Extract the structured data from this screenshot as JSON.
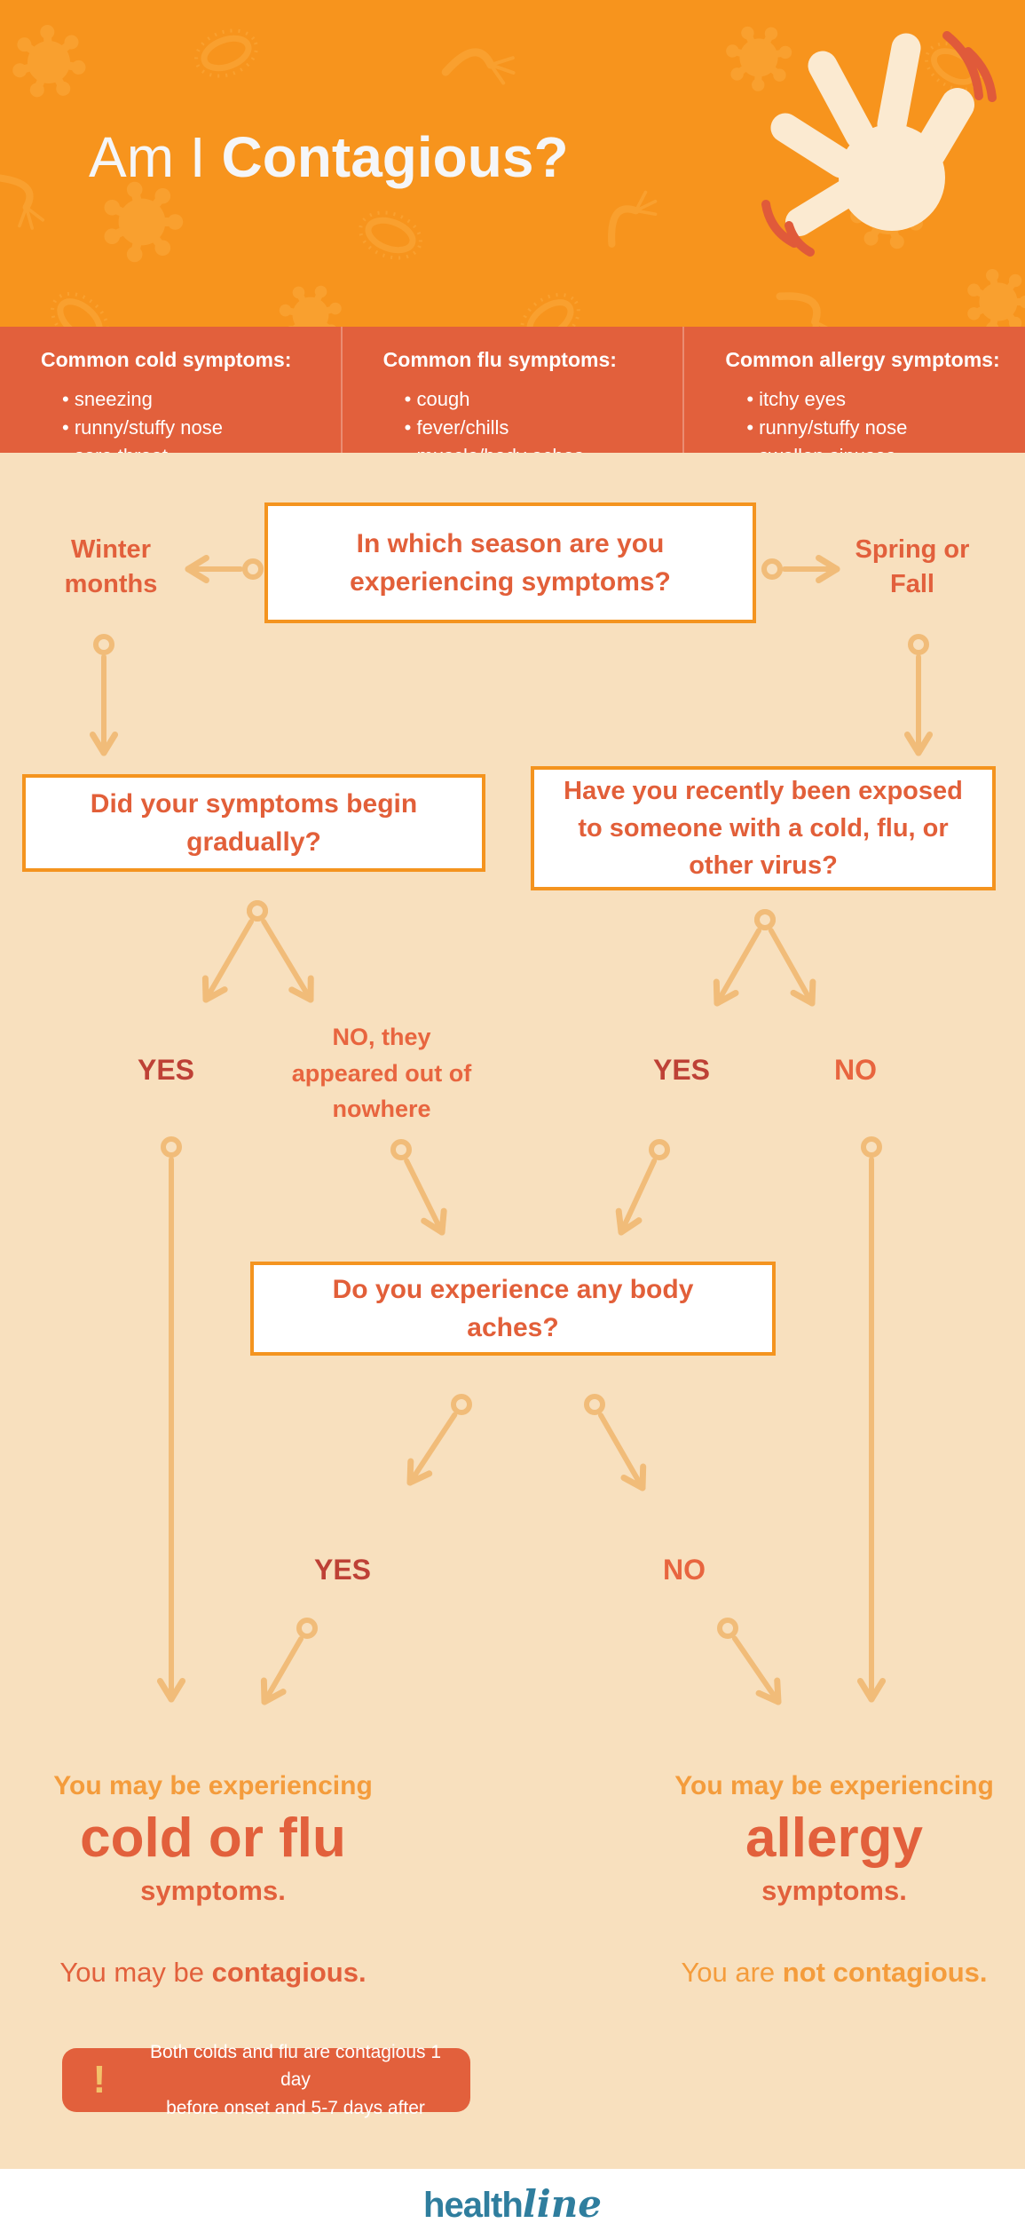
{
  "header": {
    "title_light": "Am I",
    "title_bold": "Contagious?"
  },
  "symptoms": {
    "columns": [
      {
        "title": "Common cold symptoms:",
        "items": [
          "sneezing",
          "runny/stuffy nose",
          "sore throat"
        ]
      },
      {
        "title": "Common flu symptoms:",
        "items": [
          "cough",
          "fever/chills",
          "muscle/body aches"
        ]
      },
      {
        "title": "Common allergy symptoms:",
        "items": [
          "itchy eyes",
          "runny/stuffy nose",
          "swollen sinuses"
        ]
      }
    ]
  },
  "flow": {
    "q_season": "In which season are you experiencing symptoms?",
    "winter": "Winter months",
    "spring": "Spring or Fall",
    "q_gradual": "Did your symptoms begin gradually?",
    "q_exposed": "Have you recently been exposed to someone with a cold, flu, or other virus?",
    "yes1": "YES",
    "no1": "NO, they appeared out of nowhere",
    "yes2": "YES",
    "no2": "NO",
    "q_aches": "Do you experience any body aches?",
    "yes3": "YES",
    "no3": "NO"
  },
  "results": {
    "left": {
      "lead": "You may be experiencing",
      "big": "cold or flu",
      "tail": "symptoms.",
      "verdict_plain": "You may be ",
      "verdict_bold": "contagious."
    },
    "right": {
      "lead": "You may be experiencing",
      "big": "allergy",
      "tail": "symptoms.",
      "verdict_plain": "You are ",
      "verdict_bold": "not contagious."
    }
  },
  "note": {
    "icon": "!",
    "line1": "Both colds and flu are contagious 1 day",
    "line2": "before onset and 5-7 days after"
  },
  "footer": {
    "brand_sans": "health",
    "brand_script": "line"
  },
  "colors": {
    "header_bg": "#F7941D",
    "germ_pattern": "#FCAC42",
    "symptom_bar_bg": "#E2603C",
    "flow_bg": "#F8E0BE",
    "box_border": "#F4941F",
    "question_text": "#E25F39",
    "yes_text": "#BE4136",
    "no_text": "#E8653F",
    "arrow": "#F1BC79",
    "lead_orange": "#F49C3C",
    "result_red": "#E2603C",
    "note_icon": "#F2C26A",
    "logo_blue": "#2F7E9E",
    "hand": "#FBEAD1",
    "wave_lines": "#E05A3A"
  }
}
